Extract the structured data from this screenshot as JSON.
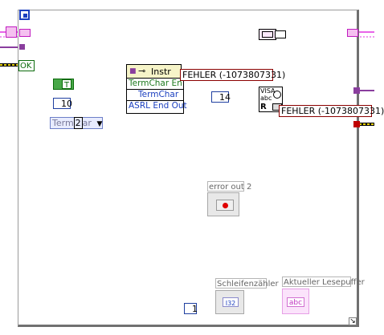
{
  "constants": {
    "ok_label": "OK",
    "bool_value": "T",
    "term_char": "10",
    "baud_hint": "14",
    "enum_text_left": "Term",
    "enum_text_right": "ar",
    "enum_badge": "2",
    "enum_arrow": "▼",
    "loop_limit": "1"
  },
  "property_node": {
    "header": "Instr",
    "rows": [
      "TermChar En",
      "TermChar",
      "ASRL End Out"
    ]
  },
  "visa_read": {
    "label_top": "VISA",
    "label_abc": "abc",
    "label_r": "R"
  },
  "errors": {
    "error_1": "FEHLER (-1073807331)",
    "error_2": "FEHLER (-1073807331)"
  },
  "indicators": {
    "error_out": "error out 2",
    "loop_counter": "Schleifenzähler",
    "loop_counter_val": "I32",
    "read_buffer": "Aktueller Lesepuffer",
    "read_buffer_val": "abc"
  },
  "colors": {
    "error_wire": "#b8a000",
    "visa_wire": "#8a3e9e",
    "string_wire": "#e030e0",
    "numeric_wire": "#1b3fbf",
    "bool_wire": "#1e8a1e"
  }
}
